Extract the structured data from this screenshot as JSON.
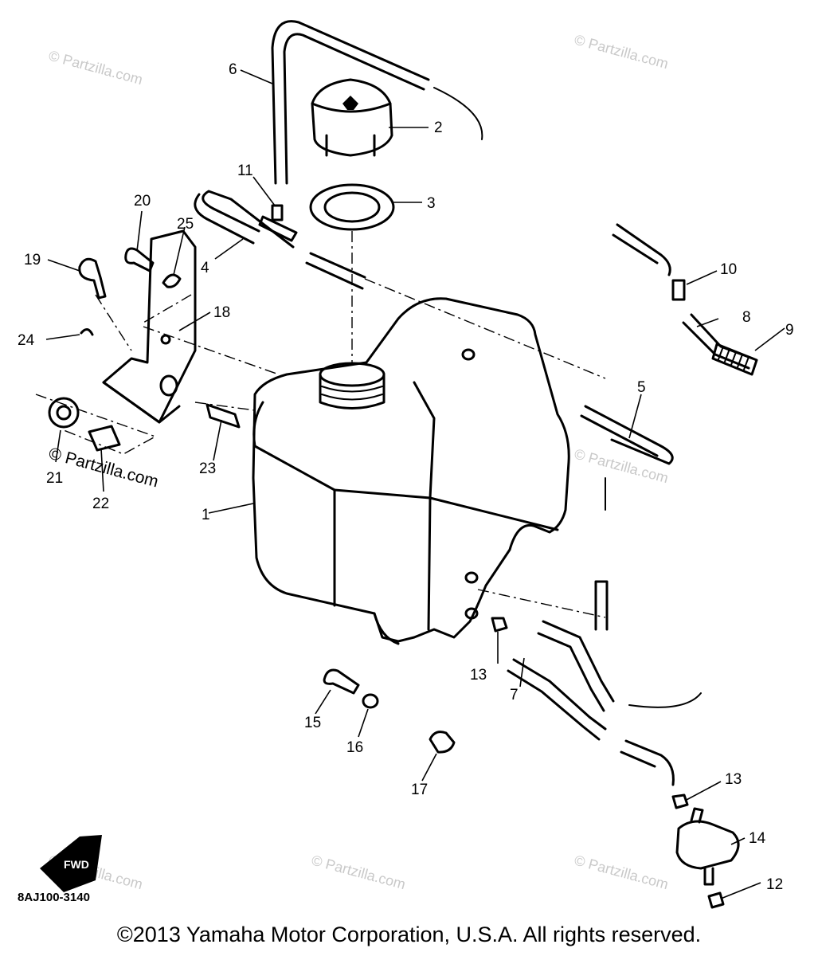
{
  "watermark": "© Partzilla.com",
  "diagram_code": "8AJ100-3140",
  "copyright": "©2013  Yamaha Motor Corporation, U.S.A. All rights reserved.",
  "fwd_label": "FWD",
  "callouts": [
    "1",
    "2",
    "3",
    "4",
    "5",
    "6",
    "7",
    "8",
    "9",
    "10",
    "11",
    "12",
    "13",
    "13",
    "14",
    "15",
    "16",
    "17",
    "18",
    "19",
    "20",
    "21",
    "22",
    "23",
    "24",
    "25"
  ]
}
